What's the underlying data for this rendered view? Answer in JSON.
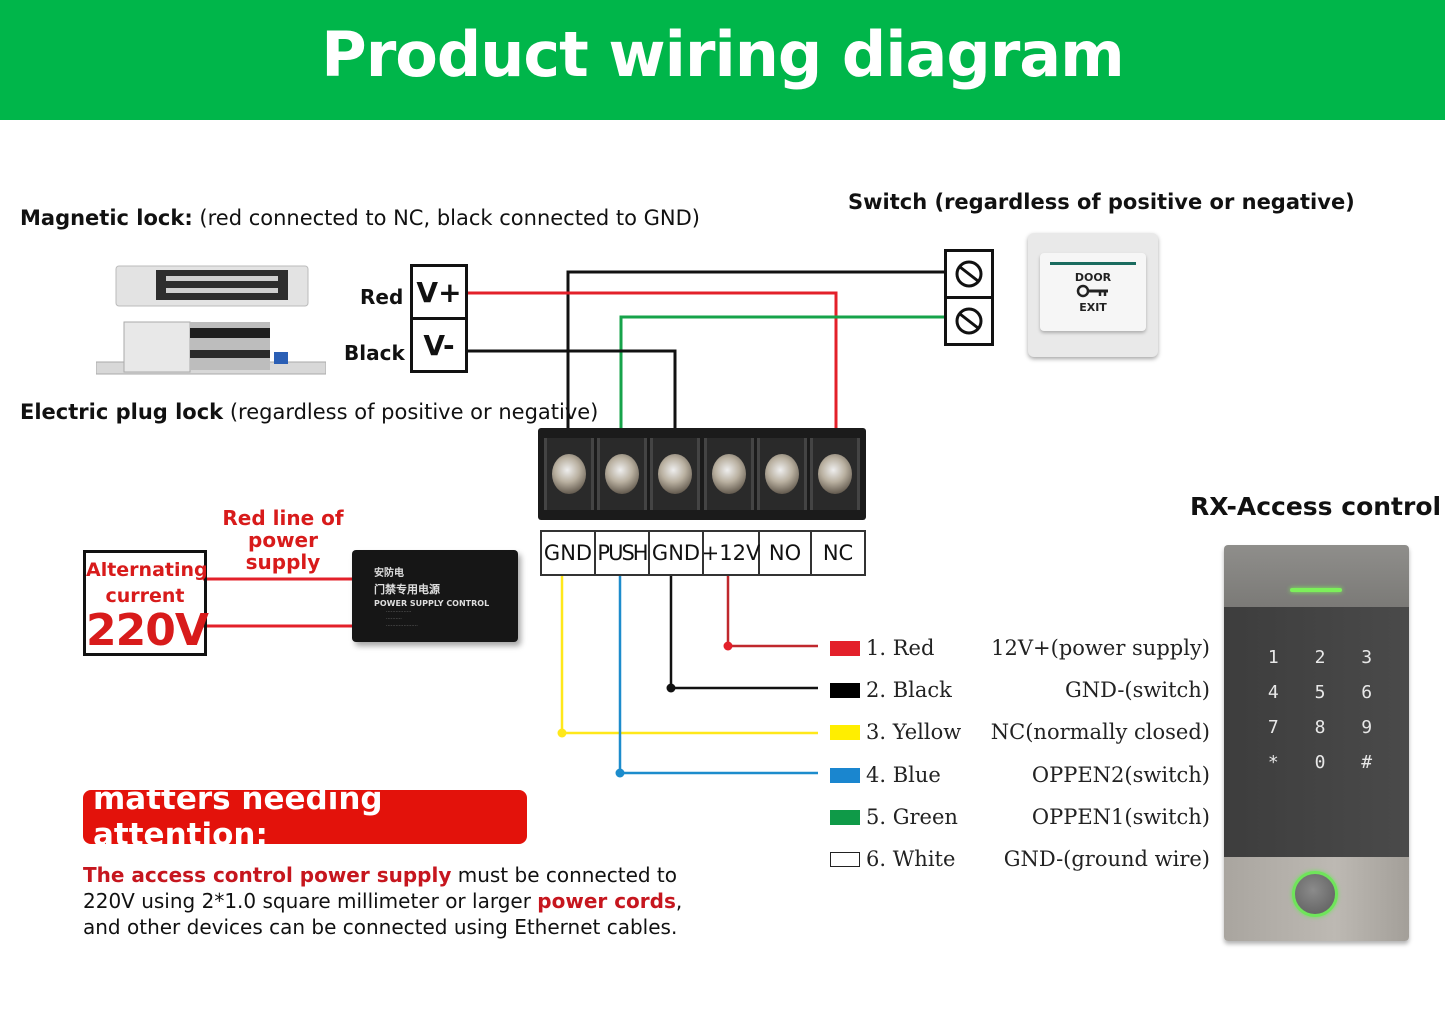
{
  "header": {
    "title": "Product wiring diagram"
  },
  "magnetic_lock": {
    "title": "Magnetic lock:",
    "note": " (red connected to NC, black connected to GND)"
  },
  "plug_lock": {
    "title": "Electric plug lock",
    "note": " (regardless of positive or negative)"
  },
  "lock_terminals": [
    {
      "wire_label": "Red",
      "terminal": "V+"
    },
    {
      "wire_label": "Black",
      "terminal": "V-"
    }
  ],
  "switch": {
    "title": "Switch (regardless of positive or negative)",
    "button_text_top": "DOOR",
    "button_icon": "key-icon",
    "button_text_bottom": "EXIT"
  },
  "terminal_block": {
    "labels": [
      "GND",
      "PUSH",
      "GND",
      "+12V",
      "NO",
      "NC"
    ]
  },
  "power_supply": {
    "line_label_1": "Red line of",
    "line_label_2": "power supply",
    "ac_label_1": "Alternating",
    "ac_label_2": "current",
    "ac_voltage": "220V",
    "unit_brand": "安防电",
    "unit_title_cn": "门禁专用电源",
    "unit_title_en": "POWER SUPPLY CONTROL"
  },
  "legend": [
    {
      "name": "1. Red",
      "desc": "12V+(power supply)",
      "color": "#e3202a"
    },
    {
      "name": "2. Black",
      "desc": "GND-(switch)",
      "color": "#000000"
    },
    {
      "name": "3. Yellow",
      "desc": "NC(normally closed)",
      "color": "#ffee00"
    },
    {
      "name": "4. Blue",
      "desc": "OPPEN2(switch)",
      "color": "#1a86cf"
    },
    {
      "name": "5. Green",
      "desc": "OPPEN1(switch)",
      "color": "#0f9a48"
    },
    {
      "name": "6. White",
      "desc": "GND-(ground wire)",
      "color": "#ffffff"
    }
  ],
  "access_control": {
    "title": "RX-Access control",
    "keys": [
      "1",
      "2",
      "3",
      "4",
      "5",
      "6",
      "7",
      "8",
      "9",
      "*",
      "0",
      "#"
    ]
  },
  "attention": {
    "title": "matters needing attention:",
    "note_red_1": "The access control power supply",
    "note_1": " must be connected to 220V using 2*1.0 square millimeter or larger ",
    "note_red_2": "power cords",
    "note_2": ", and other devices can be connected using Ethernet cables."
  },
  "colors": {
    "banner": "#00b64a",
    "wire_red": "#e3202a",
    "wire_green": "#16a34a",
    "wire_black": "#111111",
    "wire_yellow": "#ffe81a",
    "wire_blue": "#1c8ccc",
    "attention_red": "#e3120b"
  }
}
